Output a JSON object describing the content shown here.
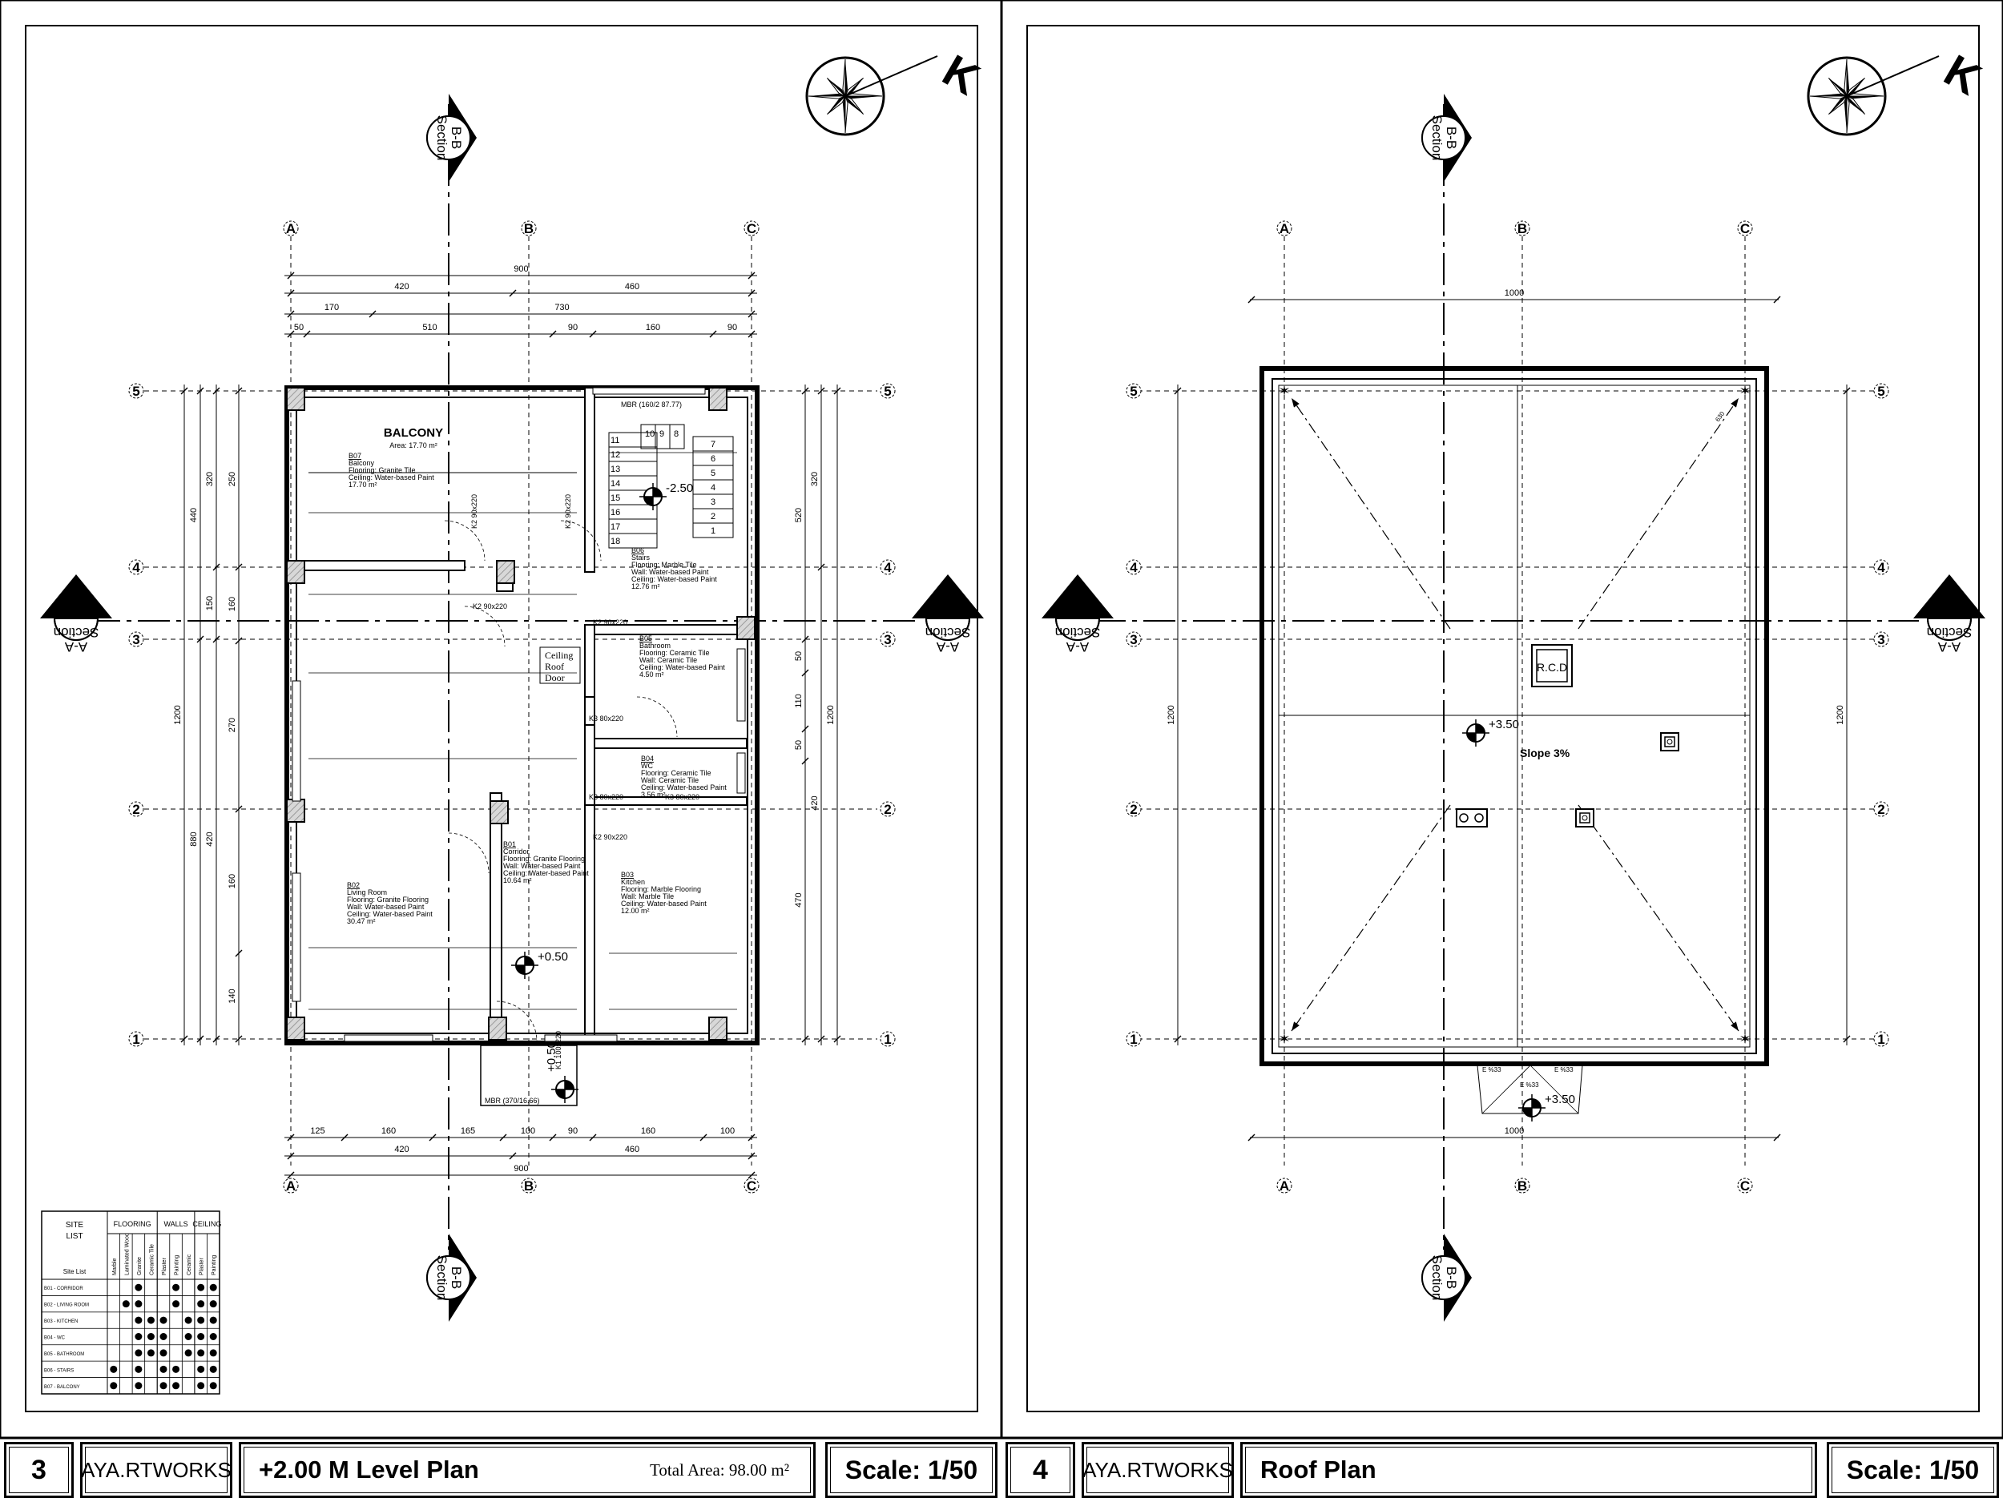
{
  "sheets": [
    {
      "number": "3",
      "brand": "AYA.RTWORKS",
      "title": "+2.00 M Level Plan",
      "total_area": "Total Area: 98.00 m²",
      "scale": "Scale: 1/50",
      "north_label": "K",
      "section_aa": "Section A-A",
      "section_bb": "Section B-B",
      "axes_x": [
        "A",
        "B",
        "C"
      ],
      "axes_y": [
        "5",
        "4",
        "3",
        "2",
        "1"
      ],
      "dims_top_row1": [
        "900"
      ],
      "dims_top_row2": [
        "420",
        "460"
      ],
      "dims_top_row3": [
        "170",
        "730"
      ],
      "dims_top_row4": [
        "50",
        "510",
        "90",
        "160",
        "90"
      ],
      "dims_bottom_row1": [
        "125",
        "160",
        "165",
        "100",
        "90",
        "160",
        "100"
      ],
      "dims_bottom_row2": [
        "420",
        "460"
      ],
      "dims_bottom_row3": [
        "900"
      ],
      "dims_left_outer": [
        "1200"
      ],
      "dims_left_mid": [
        "440",
        "880"
      ],
      "dims_left_inner": [
        "320",
        "150",
        "420"
      ],
      "dims_left_wall": [
        "250",
        "160",
        "270",
        "160",
        "140"
      ],
      "dims_right_inner": [
        "520",
        "50",
        "110",
        "50",
        "470"
      ],
      "dims_right_mid": [
        "320",
        "420"
      ],
      "dims_right_outer": [
        "1200"
      ],
      "rooms": [
        {
          "title": "BALCONY",
          "area": "Area: 17.70 m²",
          "code": "B07",
          "lines": [
            "Balcony",
            "Flooring: Granite Tile",
            "Ceiling: Water-based Paint",
            "17.70 m²"
          ]
        },
        {
          "code": "B06",
          "lines": [
            "Stairs",
            "Flooring: Marble Tile",
            "Wall: Water-based Paint",
            "Ceiling: Water-based Paint",
            "12.76 m²"
          ]
        },
        {
          "code": "B05",
          "lines": [
            "Bathroom",
            "Flooring: Ceramic Tile",
            "Wall: Ceramic Tile",
            "Ceiling: Water-based Paint",
            "4.50 m²"
          ]
        },
        {
          "code": "B04",
          "lines": [
            "WC",
            "Flooring: Ceramic Tile",
            "Wall: Ceramic Tile",
            "Ceiling: Water-based Paint",
            "3.56 m²"
          ]
        },
        {
          "code": "B01",
          "lines": [
            "Corridor",
            "Flooring: Granite Flooring",
            "Wall: Water-based Paint",
            "Ceiling: Water-based Paint",
            "10.64 m²"
          ]
        },
        {
          "code": "B03",
          "lines": [
            "Kitchen",
            "Flooring: Marble Flooring",
            "Wall: Marble Tile",
            "Ceiling: Water-based Paint",
            "12.00 m²"
          ]
        },
        {
          "code": "B02",
          "lines": [
            "Living Room",
            "Flooring: Granite Flooring",
            "Wall: Water-based Paint",
            "Ceiling: Water-based Paint",
            "30.47 m²"
          ]
        }
      ],
      "levels": [
        "-2.50",
        "+0.50",
        "+0.50"
      ],
      "stair_steps_left": [
        "11",
        "12",
        "13",
        "14",
        "15",
        "16",
        "17",
        "18"
      ],
      "stair_steps_top": [
        "10",
        "9",
        "8"
      ],
      "stair_steps_right": [
        "7",
        "6",
        "5",
        "4",
        "3",
        "2",
        "1"
      ],
      "door_labels": [
        "K2 90x220",
        "K2 90x220",
        "K2 90x220",
        "K2 90x220",
        "K3 80x220",
        "K3 80x220",
        "K3 80x220",
        "K2 90x220",
        "K1 100x220"
      ],
      "window_labels": [
        "MBR (160/2 87.77)",
        "MBR (370/16.66)"
      ],
      "ceiling_door": [
        "Ceiling",
        "Roof",
        "Door"
      ],
      "site_list": {
        "header": [
          "SITE",
          "LIST"
        ],
        "groups": [
          "FLOORING",
          "WALLS",
          "CEILING"
        ],
        "row_header": "Site List",
        "columns": [
          "Marble",
          "Laminated Wood",
          "Granite",
          "Ceramic Tile",
          "Plaster",
          "Painting",
          "Ceramic",
          "Plaster",
          "Painting"
        ],
        "rows": [
          {
            "name": "B01 - CORRIDOR",
            "marks": [
              0,
              0,
              1,
              0,
              0,
              1,
              0,
              1,
              1
            ]
          },
          {
            "name": "B02 - LIVING ROOM",
            "marks": [
              0,
              1,
              1,
              0,
              0,
              1,
              0,
              1,
              1
            ]
          },
          {
            "name": "B03 - KITCHEN",
            "marks": [
              0,
              0,
              1,
              1,
              1,
              0,
              1,
              1,
              1
            ]
          },
          {
            "name": "B04 - WC",
            "marks": [
              0,
              0,
              1,
              1,
              1,
              0,
              1,
              1,
              1
            ]
          },
          {
            "name": "B05 - BATHROOM",
            "marks": [
              0,
              0,
              1,
              1,
              1,
              0,
              1,
              1,
              1
            ]
          },
          {
            "name": "B06 - STAIRS",
            "marks": [
              1,
              0,
              1,
              0,
              1,
              1,
              0,
              1,
              1
            ]
          },
          {
            "name": "B07 - BALCONY",
            "marks": [
              1,
              0,
              1,
              0,
              1,
              1,
              0,
              1,
              1
            ]
          }
        ]
      }
    },
    {
      "number": "4",
      "brand": "AYA.RTWORKS",
      "title": "Roof Plan",
      "scale": "Scale: 1/50",
      "north_label": "K",
      "section_aa": "Section A-A",
      "section_bb": "Section B-B",
      "axes_x": [
        "A",
        "B",
        "C"
      ],
      "axes_y": [
        "5",
        "4",
        "3",
        "2",
        "1"
      ],
      "dims_top": [
        "1000"
      ],
      "dims_bottom": [
        "1000"
      ],
      "dims_left": [
        "1200"
      ],
      "dims_right": [
        "1200"
      ],
      "labels": [
        "R.C.D",
        "+3.50",
        "Slope 3%",
        "+3.50"
      ],
      "slope_label": "630",
      "entry_labels": [
        "E %33",
        "E %33",
        "E %33"
      ]
    }
  ]
}
